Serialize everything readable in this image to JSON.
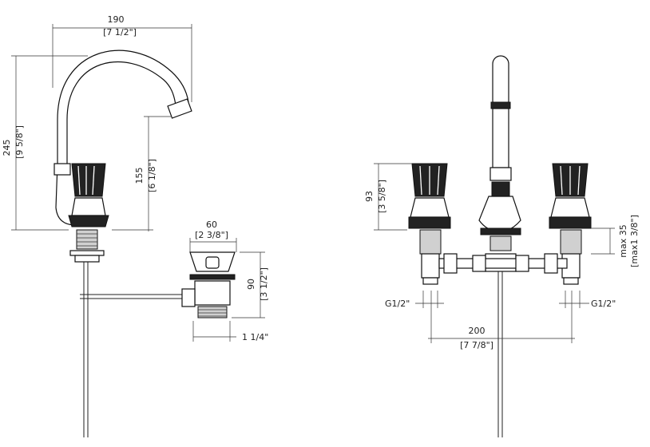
{
  "side_view": {
    "width_mm": "190",
    "width_in": "[7 1/2\"]",
    "height_mm": "245",
    "height_in": "[9 5/8\"]",
    "spout_mm": "155",
    "spout_in": "[6 1/8\"]"
  },
  "waste": {
    "width_mm": "60",
    "width_in": "[2 3/8\"]",
    "height_mm": "90",
    "height_in": "[3 1/2\"]",
    "thread": "1 1/4\""
  },
  "front_view": {
    "handle_mm": "93",
    "handle_in": "[3 5/8\"]",
    "deck_max": "max 35",
    "deck_max_in": "[max1 3/8\"]",
    "left_thread": "G1/2\"",
    "right_thread": "G1/2\"",
    "spread_mm": "200",
    "spread_in": "[7 7/8\"]"
  }
}
